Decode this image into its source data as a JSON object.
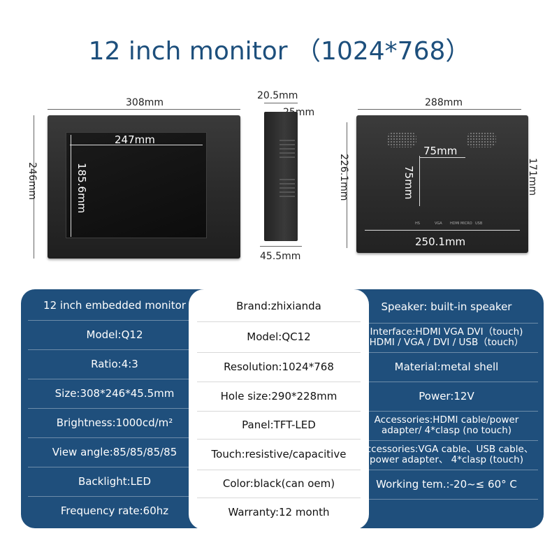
{
  "title": "12 inch monitor （1024*768）",
  "front": {
    "width_label": "308mm",
    "height_label": "246mm",
    "screen_width_label": "247mm",
    "screen_height_label": "185.6mm"
  },
  "side": {
    "top_label": "20.5mm",
    "depth_label": "25mm",
    "bottom_label": "45.5mm"
  },
  "back": {
    "width_label": "288mm",
    "height_left_label": "226.1mm",
    "height_right_label": "171mm",
    "hole_h_label": "75mm",
    "hole_v_label": "75mm",
    "bottom_label": "250.1mm",
    "ports": [
      "HS",
      "VGA",
      "HDMI  MICRO",
      "USB"
    ]
  },
  "table": {
    "left": [
      "12 inch embedded monitor",
      "Model:Q12",
      "Ratio:4:3",
      "Size:308*246*45.5mm",
      "Brightness:1000cd/m²",
      "View angle:85/85/85/85",
      "Backlight:LED",
      "Frequency rate:60hz"
    ],
    "middle": [
      "Brand:zhixianda",
      "Model:QC12",
      "Resolution:1024*768",
      "Hole size:290*228mm",
      "Panel:TFT-LED",
      "Touch:resistive/capacitive",
      "Color:black(can oem)",
      "Warranty:12 month"
    ],
    "right": [
      {
        "lines": [
          "Speaker: built-in speaker"
        ]
      },
      {
        "lines": [
          "Interface:HDMI VGA DVI（touch)",
          "HDMI / VGA / DVI / USB（touch）"
        ]
      },
      {
        "lines": [
          "Material:metal shell"
        ]
      },
      {
        "lines": [
          "Power:12V"
        ]
      },
      {
        "lines": [
          "Accessories:HDMI cable/power",
          "adapter/ 4*clasp (no touch)"
        ]
      },
      {
        "lines": [
          "Accessories:VGA cable、USB cable、",
          "power adapter、 4*clasp (touch)"
        ]
      },
      {
        "lines": [
          "Working tem.:-20~≤ 60° C"
        ]
      }
    ]
  },
  "colors": {
    "title": "#1d4f7c",
    "panel": "#1f4f7c",
    "device": "#2b2b2b"
  }
}
